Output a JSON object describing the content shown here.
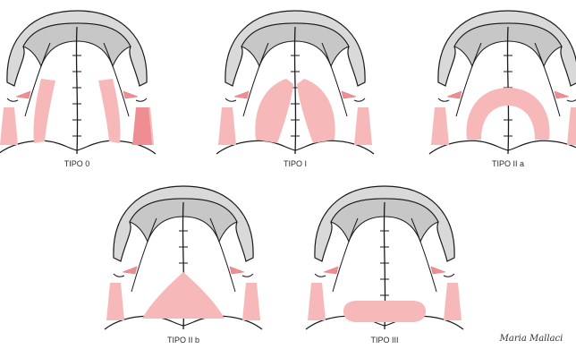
{
  "panels": [
    {
      "id": "tipo-0",
      "label": "TIPO 0"
    },
    {
      "id": "tipo-i",
      "label": "TIPO I"
    },
    {
      "id": "tipo-iia",
      "label": "TIPO II a"
    },
    {
      "id": "tipo-iib",
      "label": "TIPO II b"
    },
    {
      "id": "tipo-iii",
      "label": "TIPO III"
    }
  ],
  "signature": "Maria Mallaci",
  "colors": {
    "cartilage_fill": "#d9d9d9",
    "cartilage_inner": "#c7c7c7",
    "outline": "#1a1a1a",
    "muscle_pink": "#f6b8b8",
    "muscle_pink_dark": "#ef8e92"
  }
}
